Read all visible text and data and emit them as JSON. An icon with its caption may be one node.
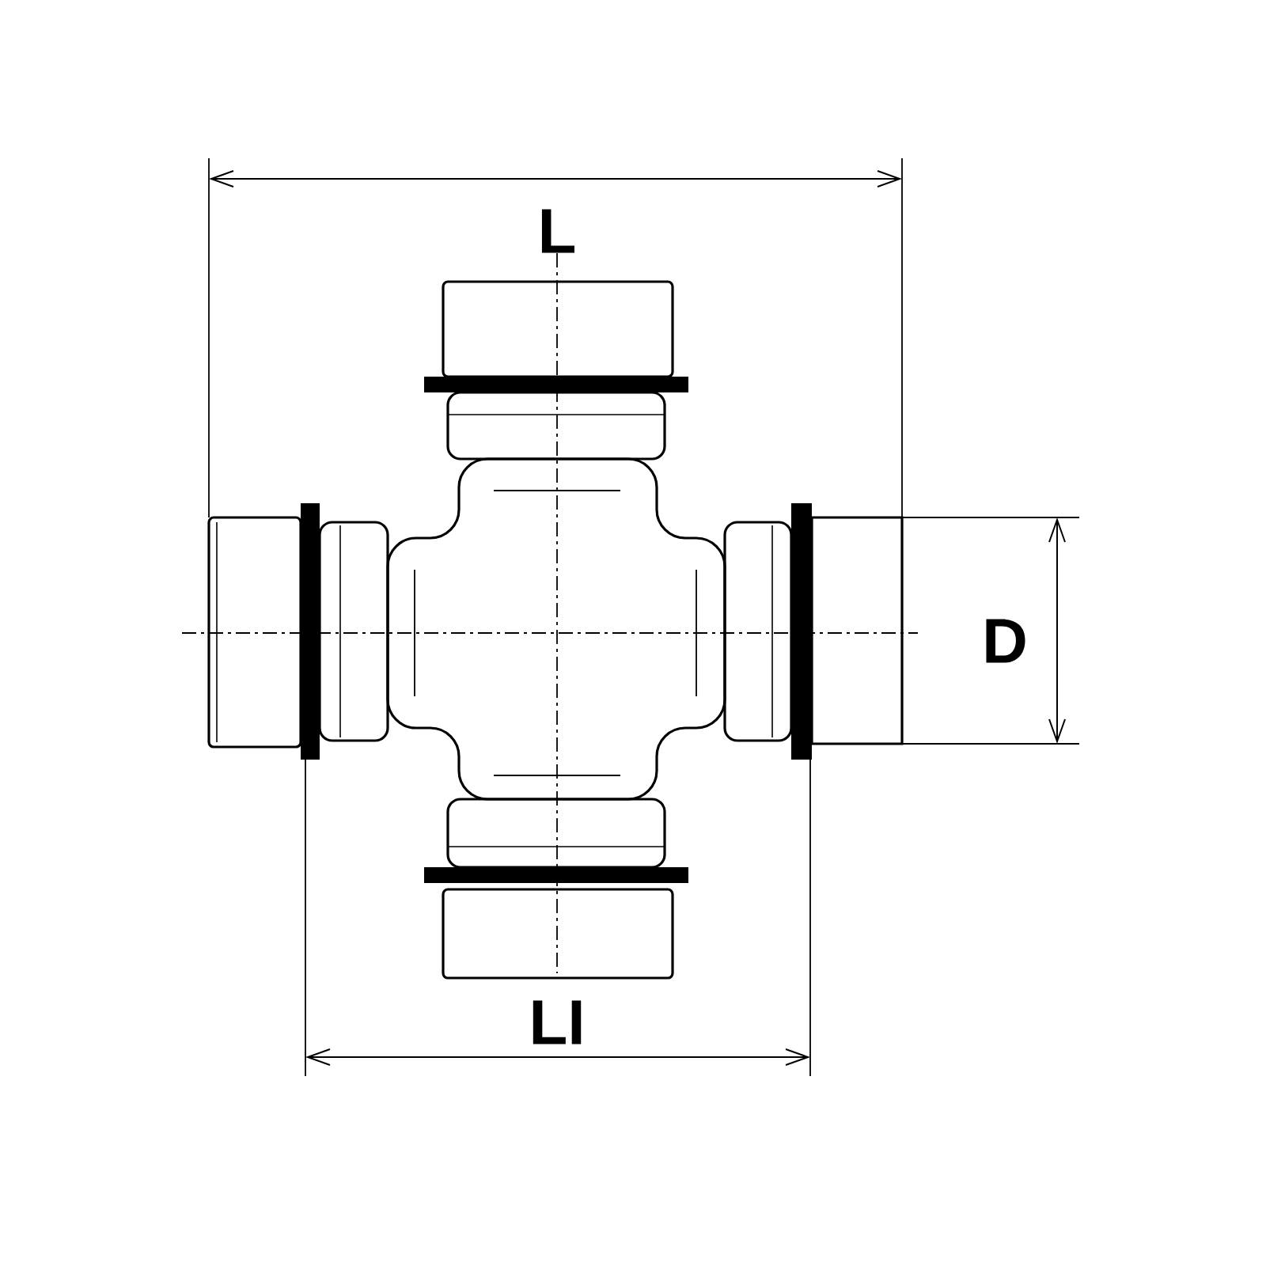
{
  "diagram": {
    "labels": [
      "L",
      "D",
      "LI"
    ]
  }
}
